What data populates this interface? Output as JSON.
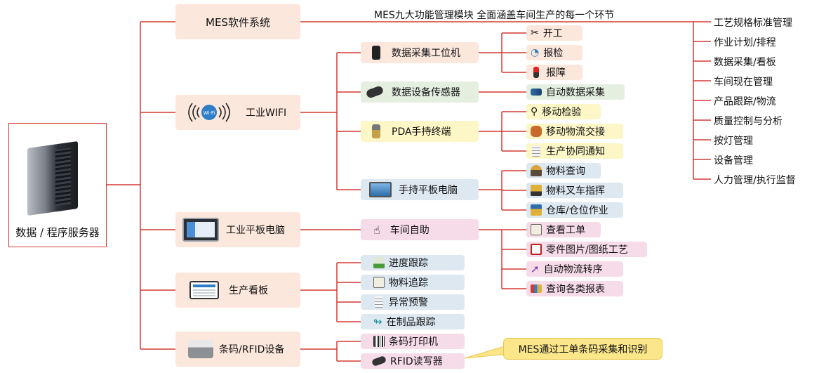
{
  "colors": {
    "line": "#d33a32",
    "peach": "#fbe7dc",
    "blue": "#dde8f1",
    "green": "#e5efe0",
    "yellow": "#fdf6c6",
    "pink": "#f6dbe8"
  },
  "server": {
    "label": "数据 / 程序服务器",
    "icon": "server-tower-icon"
  },
  "top_note": "MES九大功能管理模块 全面涵盖车间生产的每一个环节",
  "mes_modules": [
    "工艺规格标准管理",
    "作业计划/排程",
    "数据采集/看板",
    "车间现在管理",
    "产品跟踪/物流",
    "质量控制与分析",
    "按灯管理",
    "设备管理",
    "人力管理/执行监督"
  ],
  "level1": {
    "mes": "MES软件系统",
    "wifi": "工业WIFI",
    "panel_pc": "工业平板电脑",
    "kanban": "生产看板",
    "barcode": "条码/RFID设备"
  },
  "level2": {
    "terminal": "数据采集工位机",
    "sensor": "数据设备传感器",
    "pda": "PDA手持终端",
    "tablet": "手持平板电脑",
    "self_service": "车间自助",
    "progress": "进度跟踪",
    "material_trace": "物料追踪",
    "alarm": "异常预警",
    "wip": "在制品跟踪",
    "printer": "条码打印机",
    "rfid": "RFID读写器"
  },
  "level3": {
    "start": "开工",
    "report_check": "报检",
    "report_fault": "报障",
    "auto_collect": "自动数据采集",
    "mobile_inspect": "移动检验",
    "mobile_logistics": "移动物流交接",
    "coop_notice": "生产协同通知",
    "material_query": "物料查询",
    "forklift": "物料叉车指挥",
    "warehouse": "仓库/仓位作业",
    "view_order": "查看工单",
    "part_drawing": "零件图片/图纸工艺",
    "auto_transfer": "自动物流转序",
    "reports": "查询各类报表"
  },
  "callout": "MES通过工单条码采集和识别"
}
